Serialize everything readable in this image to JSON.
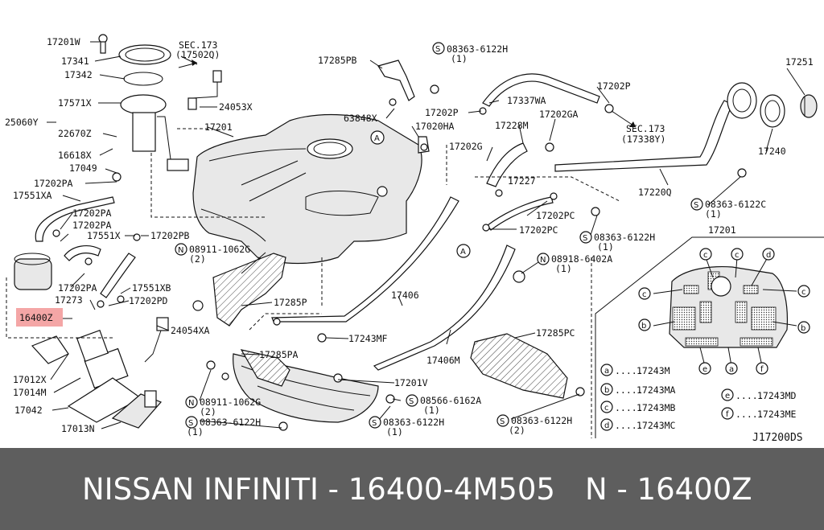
{
  "labels": {
    "l17201W": "17201W",
    "l17341": "17341",
    "l17342": "17342",
    "sec173a": "SEC.173",
    "sec173a_sub": "(17502Q)",
    "l24053X": "24053X",
    "l17571X": "17571X",
    "l25060Y": "25060Y",
    "l22670Z": "22670Z",
    "l16618X": "16618X",
    "l17049": "17049",
    "l17201": "17201",
    "l17202PA_a": "17202PA",
    "l17551XA": "17551XA",
    "l17202PA_b": "17202PA",
    "l17202PA_c": "17202PA",
    "l17551X": "17551X",
    "l17202PB": "17202PB",
    "l17202PA_d": "17202PA",
    "l17273": "17273",
    "l17551XB": "17551XB",
    "l17202PD": "17202PD",
    "l16400Z": "16400Z",
    "l24054XA": "24054XA",
    "l17012X": "17012X",
    "l17014M": "17014M",
    "l17042": "17042",
    "l17013N": "17013N",
    "l17285PB": "17285PB",
    "l63848X": "63848X",
    "l17202P_a": "17202P",
    "l17020HA": "17020HA",
    "l08363_6122H_a": "08363-6122H",
    "l08363_6122H_a_q": "(1)",
    "l17337WA": "17337WA",
    "l17202P_b": "17202P",
    "l17228M": "17228M",
    "l17202GA": "17202GA",
    "sec173b": "SEC.173",
    "sec173b_sub": "(17338Y)",
    "l17251": "17251",
    "l17240": "17240",
    "l17202G": "17202G",
    "l17227": "17227",
    "l17220Q": "17220Q",
    "l08363_6122C": "08363-6122C",
    "l08363_6122C_q": "(1)",
    "l17202PC_a": "17202PC",
    "l17202PC_b": "17202PC",
    "l08363_6122H_b": "08363-6122H",
    "l08363_6122H_b_q": "(1)",
    "l08911_1062G_a": "08911-1062G",
    "l08911_1062G_a_q": "(2)",
    "l08918_6402A": "08918-6402A",
    "l08918_6402A_q": "(1)",
    "l17285P": "17285P",
    "l17406": "17406",
    "l17243MF": "17243MF",
    "l17406M": "17406M",
    "l17285PA": "17285PA",
    "l17285PC": "17285PC",
    "l17201V": "17201V",
    "l08911_1062G_b": "08911-1062G",
    "l08911_1062G_b_q": "(2)",
    "l08566_6162A": "08566-6162A",
    "l08566_6162A_q": "(1)",
    "l08363_6122H_c": "08363-6122H",
    "l08363_6122H_c_q": "(1)",
    "l08363_6122H_d": "08363-6122H",
    "l08363_6122H_d_q": "(1)",
    "l08363_6122H_e": "08363-6122H",
    "l08363_6122H_e_q": "(2)",
    "l17201_inset": "17201",
    "circleA": "A",
    "circleS": "S",
    "circleN": "N"
  },
  "legend": [
    {
      "key": "a",
      "code": "17243M"
    },
    {
      "key": "b",
      "code": "17243MA"
    },
    {
      "key": "c",
      "code": "17243MB"
    },
    {
      "key": "d",
      "code": "17243MC"
    },
    {
      "key": "e",
      "code": "17243MD"
    },
    {
      "key": "f",
      "code": "17243ME"
    }
  ],
  "legend_dots": ".....",
  "diagram_id": "J17200DS",
  "banner": {
    "left": "NISSAN INFINITI - 16400-4M505",
    "right": "N - 16400Z"
  },
  "colors": {
    "highlight": "#f4a6a6",
    "banner_bg": "#5e5e5e",
    "banner_text": "#ffffff"
  }
}
